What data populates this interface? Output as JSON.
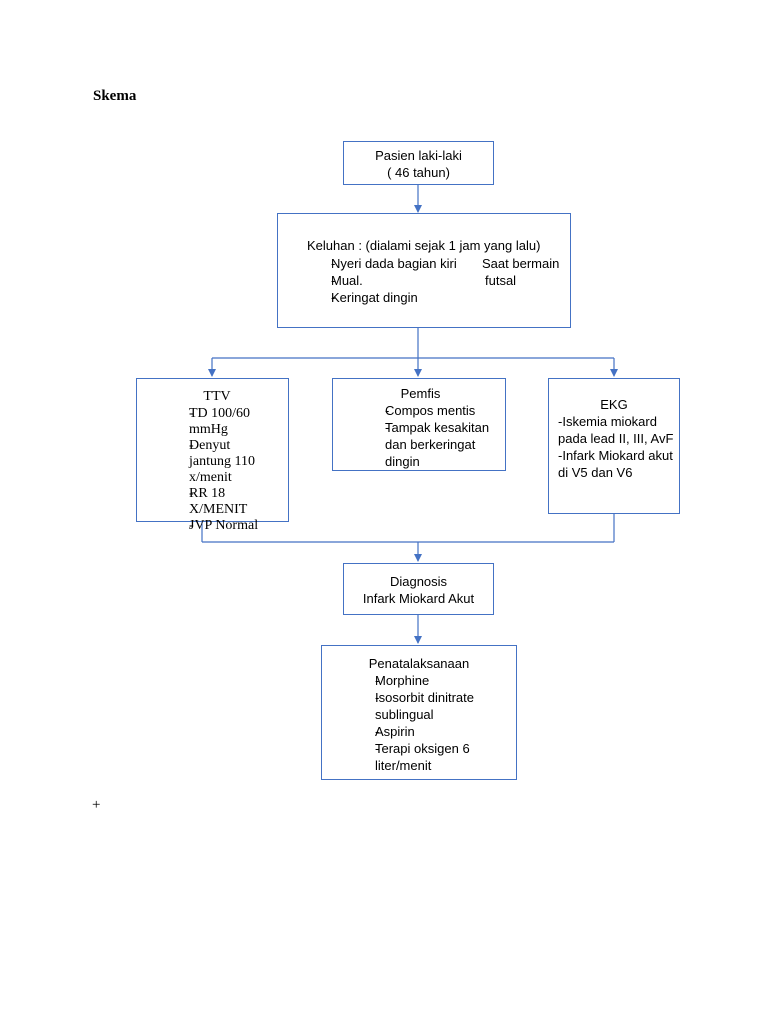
{
  "title": "Skema",
  "patient": {
    "line1": "Pasien laki-laki",
    "line2": "( 46 tahun)"
  },
  "complaints": {
    "heading": "Keluhan : (dialami sejak 1 jam yang lalu)",
    "items": [
      "Nyeri dada bagian kiri",
      "Mual.",
      "Keringat dingin"
    ],
    "note_line1": "Saat bermain",
    "note_line2": "futsal"
  },
  "ttv": {
    "heading": "TTV",
    "items": [
      "TD 100/60 mmHg",
      "Denyut jantung 110 x/menit",
      "RR 18 X/MENIT",
      "JVP Normal"
    ]
  },
  "pemfis": {
    "heading": "Pemfis",
    "items": [
      "Compos mentis",
      "Tampak kesakitan dan berkeringat dingin"
    ]
  },
  "ekg": {
    "heading": "EKG",
    "lines": [
      "-Iskemia miokard pada lead II, III, AvF",
      "-Infark Miokard akut di V5 dan V6"
    ]
  },
  "diagnosis": {
    "line1": "Diagnosis",
    "line2": "Infark Miokard Akut"
  },
  "treatment": {
    "heading": "Penatalaksanaan",
    "items": [
      "Morphine",
      "Isosorbit dinitrate sublingual",
      "Aspirin",
      "Terapi oksigen 6 liter/menit"
    ]
  },
  "footer_symbol": "+",
  "colors": {
    "box_border": "#4472c4",
    "connector": "#4472c4"
  }
}
